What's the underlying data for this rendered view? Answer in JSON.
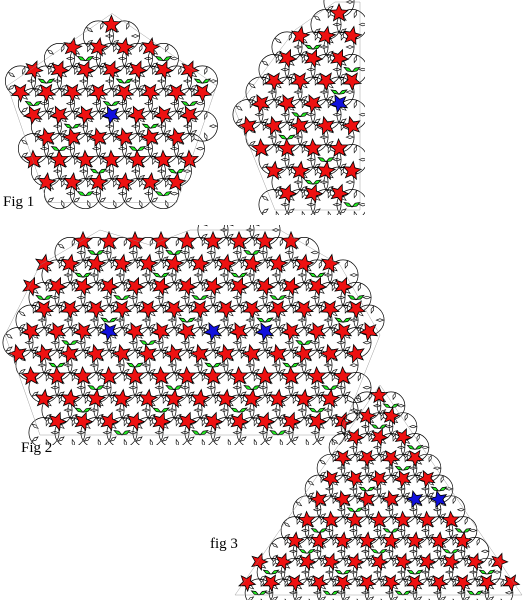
{
  "labels": {
    "fig1": "Fig 1",
    "fig2": "Fig 2",
    "fig3": "fig 3"
  },
  "colors": {
    "red_star": "#ee1111",
    "green_bowtie": "#22ee22",
    "blue_star": "#1111dd",
    "tile_stroke": "#000000",
    "background": "#ffffff"
  },
  "legend_note": ""
}
